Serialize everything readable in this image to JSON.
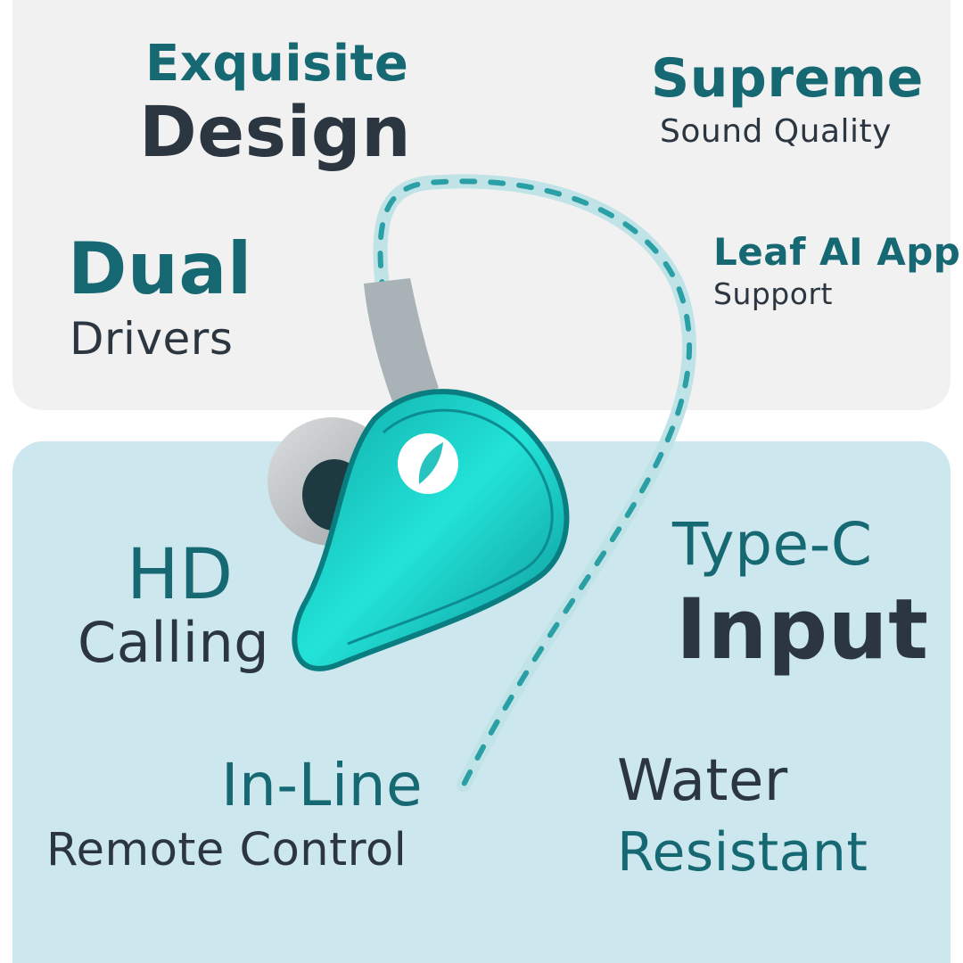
{
  "colors": {
    "accent_teal": "#166873",
    "dark_text": "#2b3640",
    "top_panel": "#f1f1f1",
    "bottom_panel": "#cce7ed",
    "shell": "#1fc9c4"
  },
  "features": {
    "exquisite_design": {
      "line1": "Exquisite",
      "line2": "Design"
    },
    "supreme_sound": {
      "line1": "Supreme",
      "line2": "Sound Quality"
    },
    "dual_drivers": {
      "line1": "Dual",
      "line2": "Drivers"
    },
    "leaf_app": {
      "line1": "Leaf AI App",
      "line2": "Support"
    },
    "hd_calling": {
      "line1": "HD",
      "line2": "Calling"
    },
    "type_c": {
      "line1": "Type-C",
      "line2": "Input"
    },
    "inline_remote": {
      "line1": "In-Line",
      "line2": "Remote Control"
    },
    "water_resistant": {
      "line1": "Water",
      "line2": "Resistant"
    }
  },
  "product": {
    "icon": "leaf-logo-icon"
  }
}
